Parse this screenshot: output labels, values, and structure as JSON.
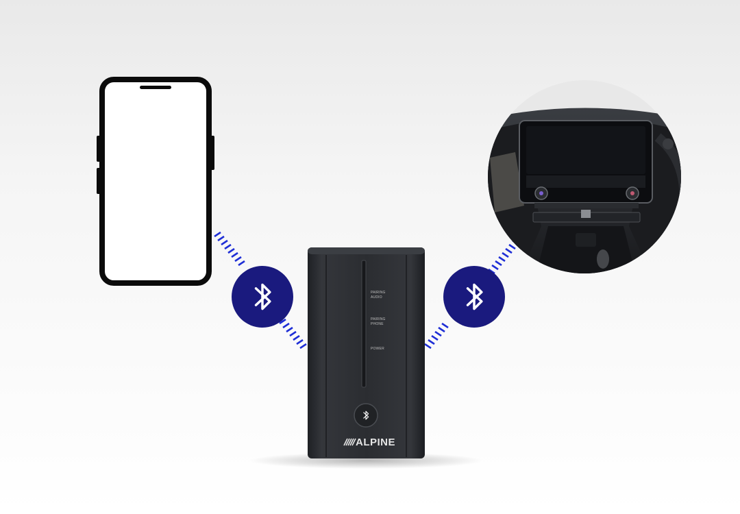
{
  "device": {
    "brand": "ALPINE",
    "indicators": [
      {
        "label_line1": "PAIRING",
        "label_line2": "AUDIO"
      },
      {
        "label_line1": "PAIRING",
        "label_line2": "PHONE"
      },
      {
        "label_line1": "POWER",
        "label_line2": ""
      }
    ]
  },
  "icons": {
    "left_link": "bluetooth-icon",
    "right_link": "bluetooth-icon",
    "device_button": "bluetooth-icon"
  },
  "colors": {
    "bluetooth_badge": "#1a1a7e",
    "signal_lines": "#1f2fd6",
    "device_body": "#2a2c30"
  }
}
